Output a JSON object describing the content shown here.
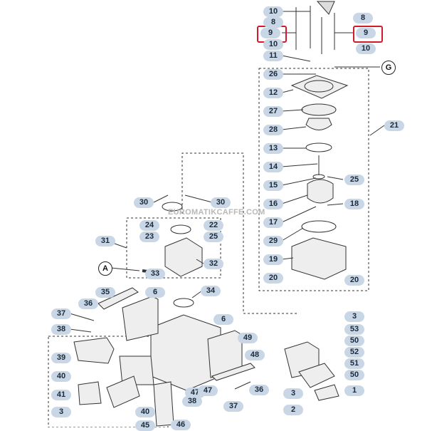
{
  "watermark": "EUROMATIKCAFFE.COM",
  "accent_colors": {
    "badge": "#c8d6e6",
    "highlight": "#d11a2a",
    "line": "#333333"
  },
  "callouts": {
    "g": "G",
    "a": "A",
    "labels": [
      "10",
      "8",
      "9",
      "10",
      "11",
      "8",
      "9",
      "10",
      "26",
      "12",
      "27",
      "28",
      "13",
      "14",
      "15",
      "16",
      "17",
      "29",
      "19",
      "20",
      "20",
      "25",
      "18",
      "21",
      "30",
      "30",
      "24",
      "22",
      "23",
      "25",
      "31",
      "32",
      "33",
      "35",
      "6",
      "34",
      "36",
      "6",
      "37",
      "38",
      "49",
      "39",
      "48",
      "40",
      "41",
      "40",
      "3",
      "36",
      "37",
      "47",
      "38",
      "47",
      "46",
      "45",
      "3",
      "53",
      "50",
      "52",
      "51",
      "50",
      "3",
      "1",
      "2"
    ]
  }
}
